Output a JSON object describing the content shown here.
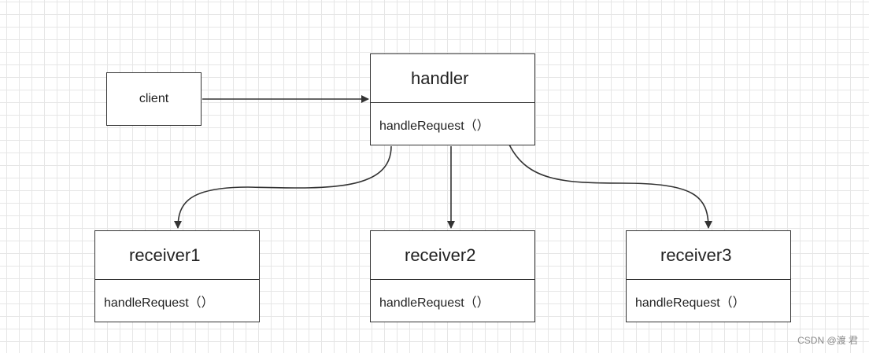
{
  "diagram": {
    "client": {
      "label": "client"
    },
    "handler": {
      "name": "handler",
      "method": "handleRequest（）"
    },
    "receivers": [
      {
        "name": "receiver1",
        "method": "handleRequest（）"
      },
      {
        "name": "receiver2",
        "method": "handleRequest（）"
      },
      {
        "name": "receiver3",
        "method": "handleRequest（）"
      }
    ]
  },
  "watermark": "CSDN @渡 君",
  "colors": {
    "stroke": "#333333",
    "grid": "#e6e6e6",
    "background": "#ffffff"
  }
}
